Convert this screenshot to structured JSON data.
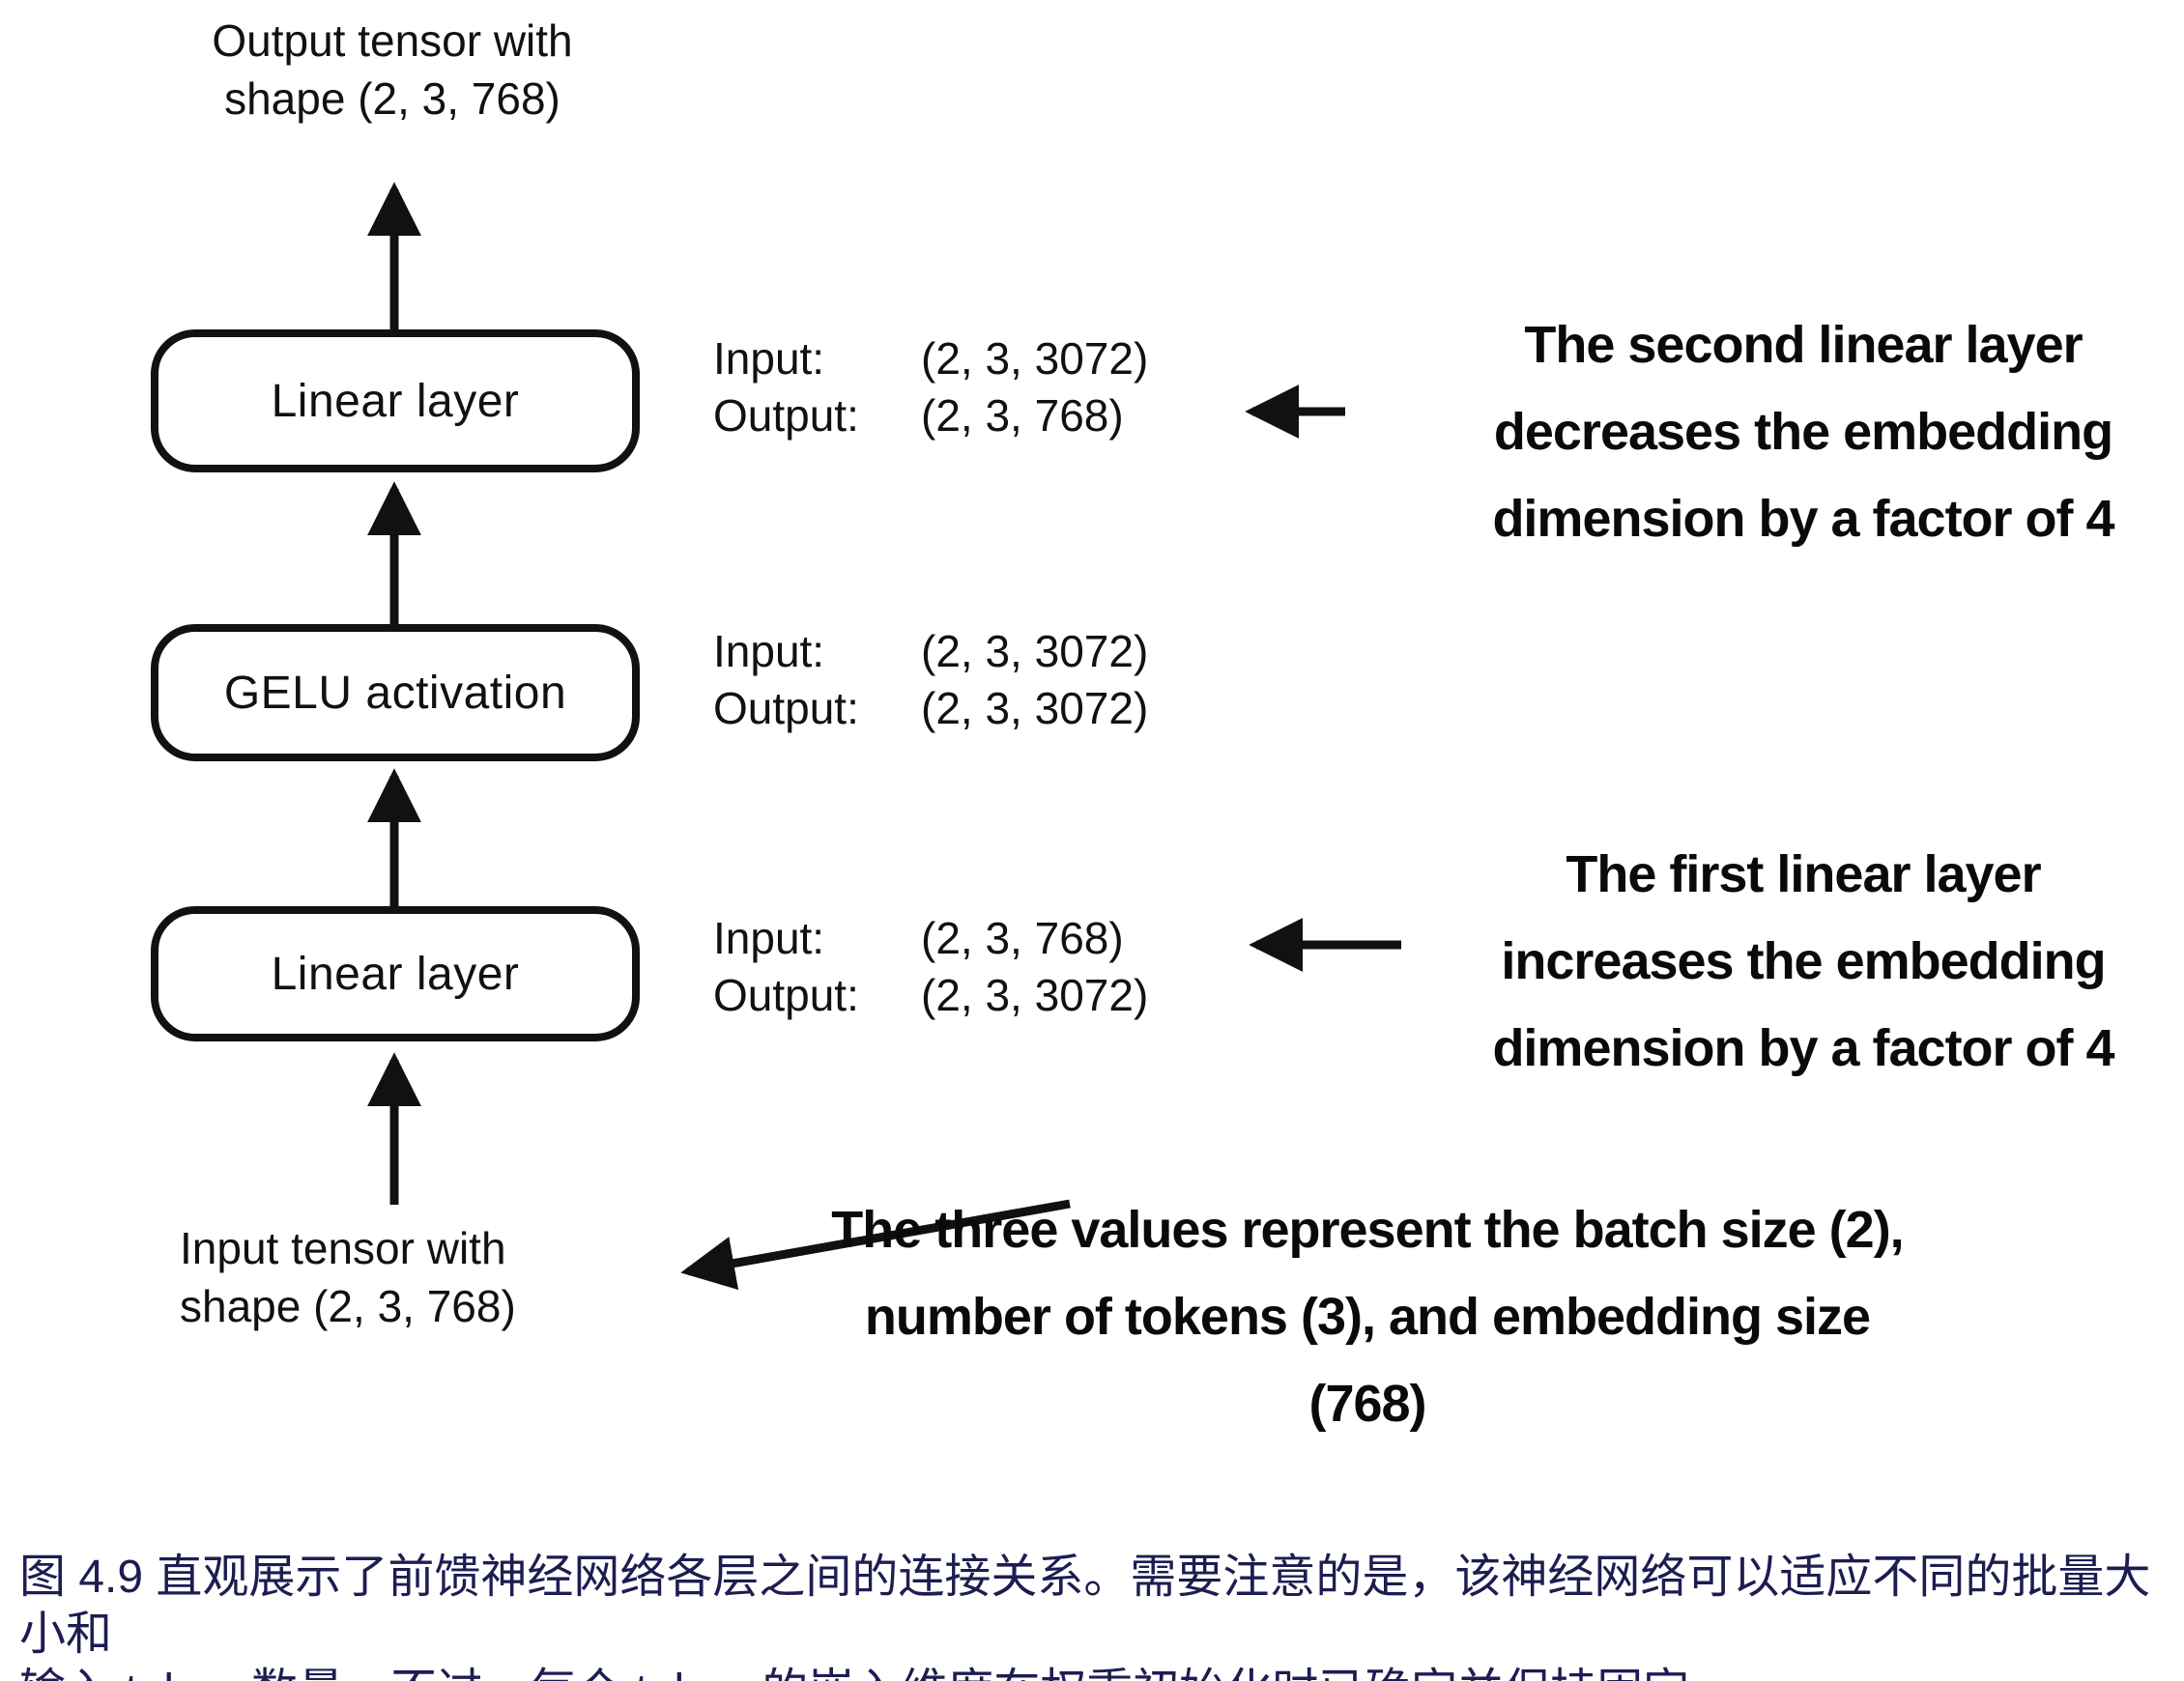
{
  "figure": {
    "output_tensor_label": "Output tensor with\nshape (2, 3, 768)",
    "input_tensor_label": "Input tensor with\nshape (2, 3, 768)",
    "boxes": [
      {
        "label": "Linear layer"
      },
      {
        "label": "GELU activation"
      },
      {
        "label": "Linear layer"
      }
    ],
    "io_blocks": [
      {
        "input_label": "Input:",
        "input_value": "(2, 3, 3072)",
        "output_label": "Output:",
        "output_value": "(2, 3, 768)"
      },
      {
        "input_label": "Input:",
        "input_value": "(2, 3, 3072)",
        "output_label": "Output:",
        "output_value": "(2, 3, 3072)"
      },
      {
        "input_label": "Input:",
        "input_value": "(2, 3, 768)",
        "output_label": "Output:",
        "output_value": "(2, 3, 3072)"
      }
    ],
    "annotations": [
      {
        "lines": [
          "The second linear layer",
          "decreases the embedding",
          "dimension by a factor of 4"
        ]
      },
      {
        "lines": [
          "The first linear layer",
          "increases the embedding",
          "dimension by a factor of 4"
        ]
      },
      {
        "lines": [
          "The three values represent the batch size (2),",
          "number of tokens (3), and embedding size",
          "(768)"
        ]
      }
    ]
  },
  "caption": {
    "line1": "图 4.9 直观展示了前馈神经网络各层之间的连接关系。需要注意的是，该神经网络可以适应不同的批量大小和",
    "line2": "输入 token 数量。不过，每个 token 的嵌入维度在权重初始化时已确定并保持固定。"
  },
  "colors": {
    "ink": "#111111",
    "caption_text": "#1d1d52",
    "background": "#ffffff"
  }
}
